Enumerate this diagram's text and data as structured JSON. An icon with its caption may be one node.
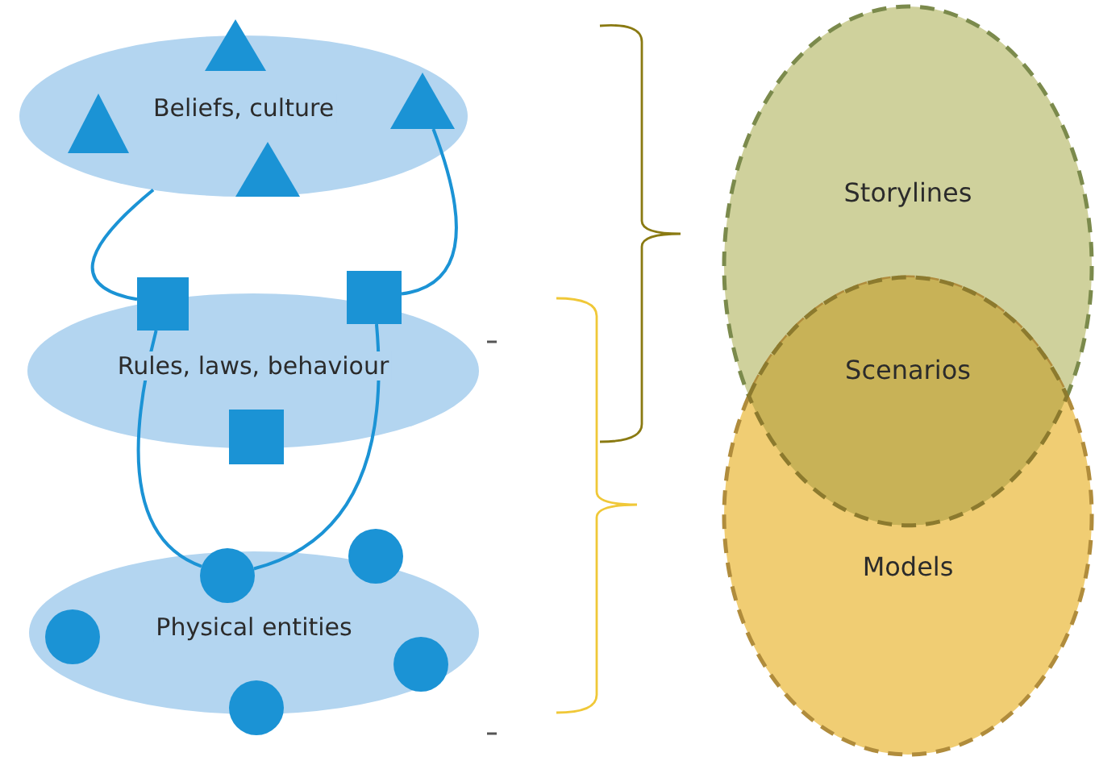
{
  "diagram": {
    "nodes": [
      {
        "text": [
          "Beliefs, culture"
        ]
      },
      {
        "text": [],
        "shape": "triangle",
        "in": 0
      },
      {
        "text": [],
        "shape": "triangle",
        "in": 0
      },
      {
        "text": [],
        "shape": "triangle",
        "in": 0
      },
      {
        "text": [],
        "shape": "triangle",
        "in": 0
      },
      {
        "text": [
          "Rules, laws, behaviour"
        ]
      },
      {
        "text": [],
        "shape": "box",
        "in": 5
      },
      {
        "text": [],
        "shape": "box",
        "in": 5
      },
      {
        "text": [],
        "shape": "box",
        "in": 5
      },
      {
        "text": [
          "Physical entities"
        ]
      },
      {
        "text": [],
        "shape": "circle",
        "in": 9
      },
      {
        "text": [],
        "shape": "circle",
        "in": 9
      },
      {
        "text": [],
        "shape": "circle",
        "in": 9
      },
      {
        "text": [],
        "shape": "circle",
        "in": 9
      },
      {
        "text": [],
        "shape": "circle",
        "in": 9
      },
      {
        "text": [
          "Storylines"
        ]
      },
      {
        "text": [
          "Scenarios"
        ]
      },
      {
        "text": [
          "Models"
        ]
      }
    ],
    "edges": [
      {
        "from": 0,
        "to": 6,
        "arrow": "none"
      },
      {
        "from": 4,
        "to": 8,
        "arrow": "none"
      },
      {
        "from": 6,
        "to": 11,
        "arrow": "none"
      },
      {
        "from": 8,
        "to": 11,
        "arrow": "none"
      }
    ]
  }
}
